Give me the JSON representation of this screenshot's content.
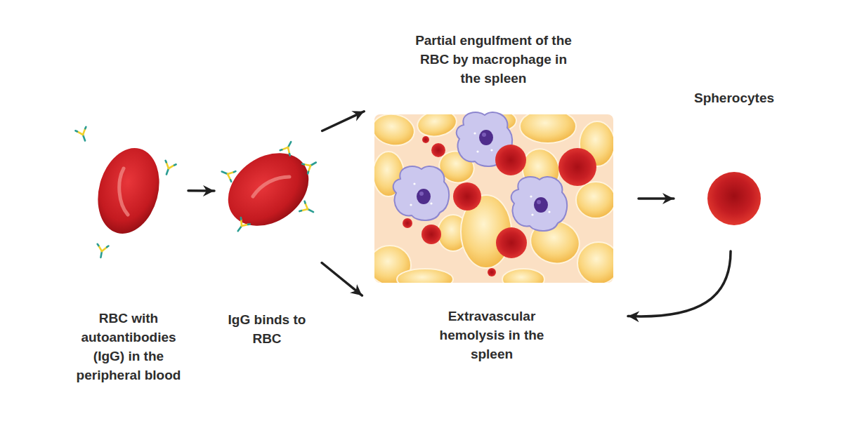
{
  "diagram": {
    "nodes": [
      {
        "text": [
          "RBC with autoantibodies (IgG) in the peripheral blood"
        ]
      },
      {
        "text": [
          "IgG binds to RBC"
        ]
      },
      {
        "text": [
          "Partial engulfment of the RBC by macrophage in the spleen"
        ]
      },
      {
        "text": [
          "Spherocytes"
        ]
      },
      {
        "text": [
          "Extravascular hemolysis in the spleen"
        ]
      }
    ],
    "edges": [
      {
        "from": 0,
        "to": 1,
        "arrow": "to"
      },
      {
        "from": 1,
        "to": 2,
        "arrow": "to"
      },
      {
        "from": 1,
        "to": 4,
        "arrow": "to"
      },
      {
        "from": 2,
        "to": 3,
        "arrow": "to"
      },
      {
        "from": 3,
        "to": 4,
        "arrow": "to"
      }
    ]
  }
}
